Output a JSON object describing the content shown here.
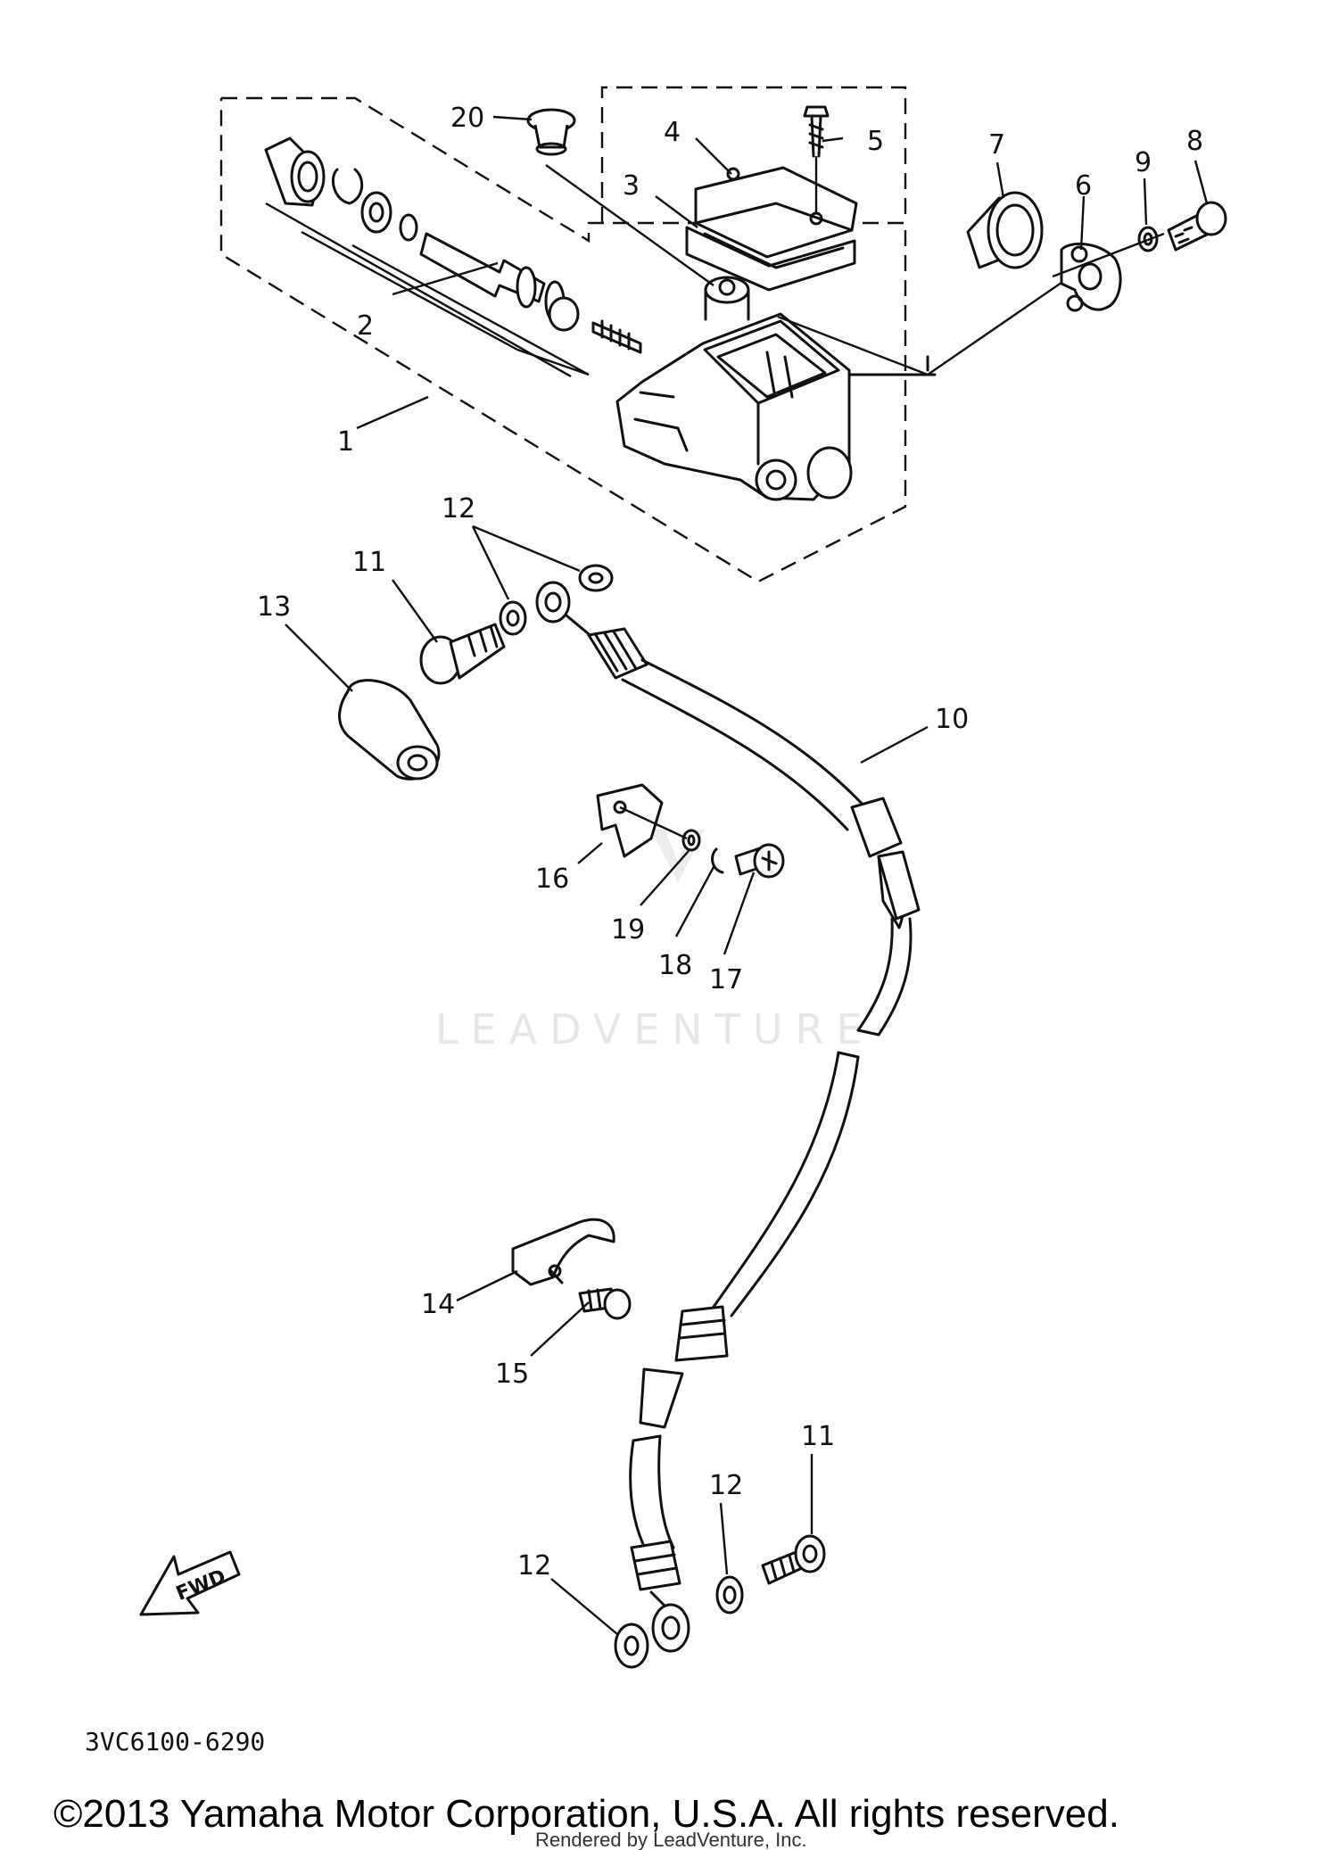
{
  "diagram": {
    "labels": {
      "l1": "1",
      "l2": "2",
      "l3": "3",
      "l4": "4",
      "l5": "5",
      "l6": "6",
      "l7": "7",
      "l8": "8",
      "l9": "9",
      "l10": "10",
      "l11a": "11",
      "l11b": "11",
      "l12a": "12",
      "l12b": "12",
      "l12c": "12",
      "l13": "13",
      "l14": "14",
      "l15": "15",
      "l16": "16",
      "l17": "17",
      "l18": "18",
      "l19": "19",
      "l20": "20"
    },
    "fwd_label": "FWD",
    "part_code": "3VC6100-6290",
    "watermark": "LEADVENTURE",
    "copyright": "©2013 Yamaha Motor Corporation, U.S.A. All rights reserved.",
    "rendered_by": "Rendered by LeadVenture, Inc."
  }
}
